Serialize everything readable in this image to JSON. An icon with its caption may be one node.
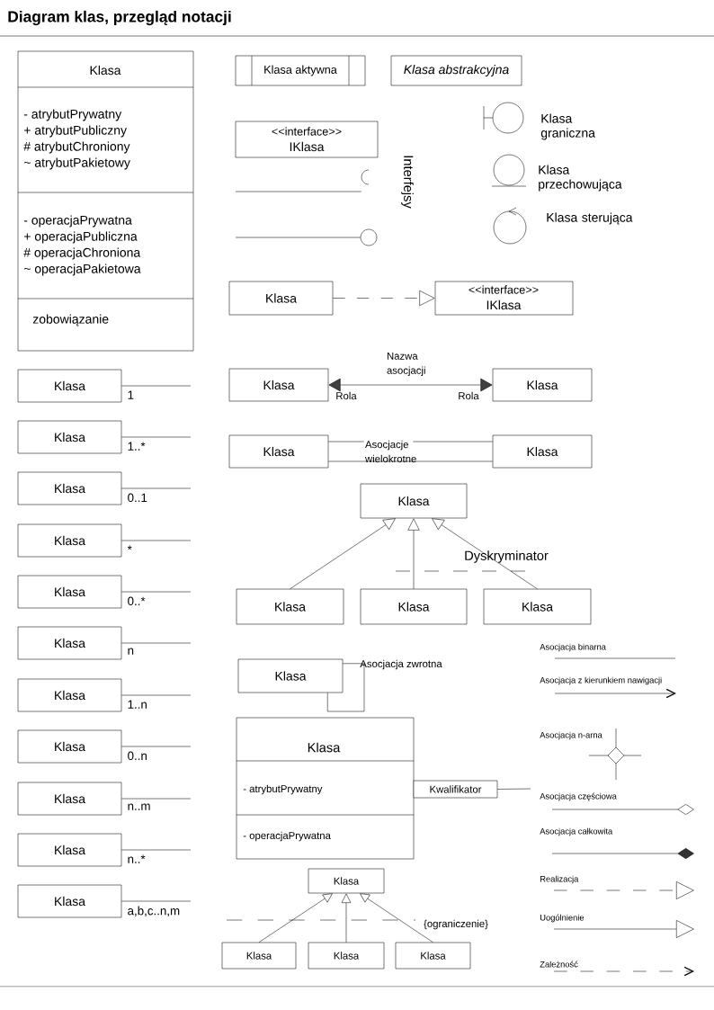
{
  "diagram": {
    "title": "Diagram klas, przegląd notacji",
    "nodes": [
      {
        "text": [
          "Klasa",
          "- atrybutPrywatny",
          "+ atrybutPubliczny",
          "# atrybutChroniony",
          "~ atrybutPakietowy",
          "- operacjaPrywatna",
          "+ operacjaPubliczna",
          "# operacjaChroniona",
          "~ operacjaPakietowa",
          "zobowiązanie"
        ]
      },
      {
        "text": [
          "Klasa aktywna"
        ]
      },
      {
        "text": [
          "Klasa abstrakcyjna"
        ]
      },
      {
        "text": [
          "<<interface>>",
          "IKlasa"
        ]
      },
      {
        "text": [],
        "shape": "circle"
      },
      {
        "text": [],
        "shape": "circle"
      },
      {
        "text": [],
        "shape": "circle",
        "beside": [
          "Klasa graniczna"
        ]
      },
      {
        "text": [],
        "shape": "circle",
        "beside": [
          "Klasa przechowująca"
        ]
      },
      {
        "text": [],
        "shape": "circle",
        "beside": [
          "Klasa sterująca"
        ]
      },
      {
        "text": [
          "Klasa"
        ]
      },
      {
        "text": [
          "<<interface>>",
          "IKlasa"
        ]
      },
      {
        "text": [
          "Klasa"
        ]
      },
      {
        "text": [
          "Klasa"
        ]
      },
      {
        "text": [
          "Klasa"
        ]
      },
      {
        "text": [
          "Klasa"
        ]
      },
      {
        "text": [
          "Klasa"
        ]
      },
      {
        "text": [
          "Klasa"
        ]
      },
      {
        "text": [
          "Klasa"
        ]
      },
      {
        "text": [
          "Klasa"
        ]
      },
      {
        "text": [
          "Klasa"
        ]
      },
      {
        "text": [
          "Klasa"
        ]
      },
      {
        "text": [
          "Klasa"
        ]
      },
      {
        "text": [
          "Klasa"
        ]
      },
      {
        "text": [
          "Klasa"
        ]
      },
      {
        "text": [
          "Klasa"
        ]
      },
      {
        "text": [
          "Klasa"
        ]
      },
      {
        "text": [
          "Klasa"
        ]
      },
      {
        "text": [
          "Klasa"
        ]
      },
      {
        "text": [
          "Klasa"
        ]
      },
      {
        "text": [
          "Klasa"
        ]
      },
      {
        "text": [
          "Klasa"
        ]
      },
      {
        "text": [
          "Klasa",
          "- atrybutPrywatny",
          "- operacjaPrywatna"
        ]
      },
      {
        "text": [
          "Kwalifikator"
        ]
      },
      {
        "text": [
          "Klasa"
        ]
      },
      {
        "text": [
          "Klasa"
        ]
      },
      {
        "text": [
          "Klasa"
        ]
      },
      {
        "text": [
          "Klasa"
        ]
      }
    ],
    "edges": [
      {
        "from": null,
        "to": 4,
        "arrow": "none"
      },
      {
        "from": null,
        "to": 5,
        "arrow": "none"
      },
      {
        "from": 9,
        "to": 10,
        "arrow": "to",
        "style": "dashed"
      },
      {
        "from": 11,
        "to": 12,
        "arrow": "both",
        "label": "Nazwa asocjacji"
      },
      {
        "from": 13,
        "to": 14,
        "arrow": "none",
        "label": "Asocjacje wielokrotne"
      },
      {
        "from": 13,
        "to": 14,
        "arrow": "none"
      },
      {
        "from": 16,
        "to": 15,
        "arrow": "to"
      },
      {
        "from": 17,
        "to": 15,
        "arrow": "to"
      },
      {
        "from": 18,
        "to": 15,
        "arrow": "to"
      },
      {
        "from": 19,
        "to": null,
        "arrow": "none",
        "label": "1"
      },
      {
        "from": 20,
        "to": null,
        "arrow": "none",
        "label": "1..*"
      },
      {
        "from": 21,
        "to": null,
        "arrow": "none",
        "label": "0..1"
      },
      {
        "from": 22,
        "to": null,
        "arrow": "none",
        "label": "*"
      },
      {
        "from": 23,
        "to": null,
        "arrow": "none",
        "label": "0..*"
      },
      {
        "from": 24,
        "to": null,
        "arrow": "none",
        "label": "n"
      },
      {
        "from": 25,
        "to": null,
        "arrow": "none",
        "label": "1..n"
      },
      {
        "from": 26,
        "to": null,
        "arrow": "none",
        "label": "0..n"
      },
      {
        "from": 27,
        "to": null,
        "arrow": "none",
        "label": "n..m"
      },
      {
        "from": 28,
        "to": null,
        "arrow": "none",
        "label": "n..*"
      },
      {
        "from": 29,
        "to": null,
        "arrow": "none",
        "label": "a,b,c..n,m"
      },
      {
        "from": 30,
        "to": 30,
        "arrow": "none",
        "label": "Asocjacja zwrotna"
      },
      {
        "from": 32,
        "to": null,
        "arrow": "none"
      },
      {
        "from": 34,
        "to": 33,
        "arrow": "to"
      },
      {
        "from": 35,
        "to": 33,
        "arrow": "to"
      },
      {
        "from": 36,
        "to": 33,
        "arrow": "to"
      }
    ],
    "labels": [
      "Interfejsy",
      "Rola",
      "Rola",
      "Dyskryminator",
      "{ograniczenie}"
    ],
    "legend": [
      {
        "text": "Asocjacja binarna"
      },
      {
        "text": "Asocjacja z kierunkiem nawigacji"
      },
      {
        "text": "Asocjacja n-arna"
      },
      {
        "text": "Asocjacja częściowa"
      },
      {
        "text": "Asocjacja całkowita"
      },
      {
        "text": "Realizacja"
      },
      {
        "text": "Uogólnienie"
      },
      {
        "text": "Zależność"
      }
    ]
  }
}
